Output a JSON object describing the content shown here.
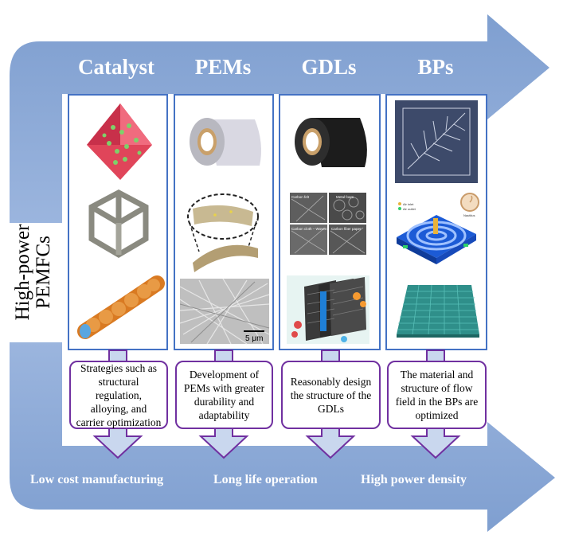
{
  "side_label": {
    "line1": "High-power",
    "line2": "PEMFCs"
  },
  "columns": [
    {
      "title": "Catalyst",
      "caption": "Strategies such as structural regulation, alloying, and carrier optimization"
    },
    {
      "title": "PEMs",
      "caption": "Development of PEMs with greater durability and adaptability"
    },
    {
      "title": "GDLs",
      "caption": "Reasonably design the structure of the GDLs"
    },
    {
      "title": "BPs",
      "caption": "The material and structure of flow field in the BPs are optimized"
    }
  ],
  "outcomes": [
    "Low cost manufacturing",
    "Long life operation",
    "High power density"
  ],
  "image_labels": {
    "scale_bar": "5 μm",
    "sem_carbon_felt": "Carbon felt",
    "sem_metal_foam": "Metal foam",
    "sem_carbon_cloth": "Carbon cloth – Woven",
    "sem_carbon_paper": "Carbon fiber paper",
    "air_inlet": "Air inlet",
    "air_outlet": "Air outlet",
    "nautilus": "Nautilus"
  },
  "colors": {
    "arrow_fill": "#8eaad6",
    "arrow_dark": "#6d8dc6",
    "column_border": "#4472c4",
    "caption_border": "#7030a0",
    "down_arrow_fill": "#c9d7ee"
  }
}
